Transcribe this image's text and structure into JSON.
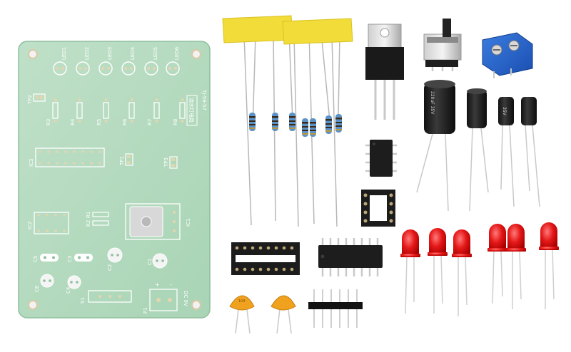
{
  "pcb": {
    "led_labels": [
      "LED1",
      "LED2",
      "LED3",
      "LED4",
      "LED5",
      "LED6"
    ],
    "resistor_labels": [
      "R3",
      "R4",
      "R5",
      "R6",
      "R7",
      "R8"
    ],
    "other_labels": {
      "tp2": "TP2",
      "ic3": "IC3",
      "tp1": "TP1",
      "tp3": "TP3",
      "ic2": "IC2",
      "r1": "R1",
      "r2": "R2",
      "ic1": "IC1",
      "c5": "C5",
      "c3": "C3",
      "c2": "C2",
      "c1": "C1",
      "c6": "C6",
      "c4": "C4",
      "s1": "S1",
      "p1": "P1",
      "plus": "+",
      "minus": "-",
      "dc": "DC 9V",
      "code": "TJ-56-57",
      "title": "流水灯电路"
    }
  },
  "components": {
    "cap_large_text": "220uF 35V",
    "cap_small_text": "35V",
    "ceramic_text": "104"
  }
}
